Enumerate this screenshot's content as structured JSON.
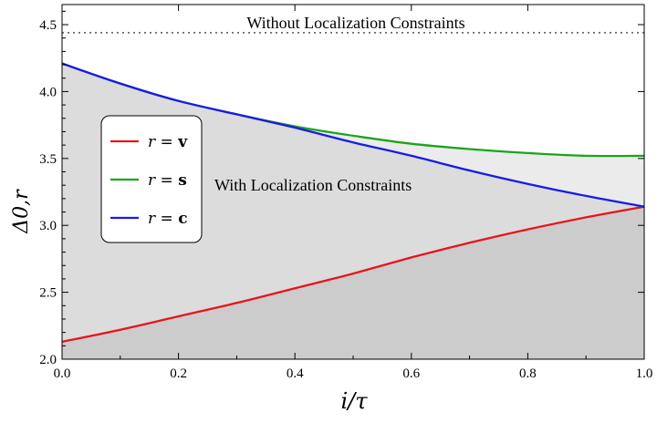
{
  "chart_data": {
    "type": "area",
    "xlabel": "i/τ",
    "ylabel": "Δ0,r",
    "xlim": [
      0,
      1
    ],
    "ylim": [
      2.0,
      4.65
    ],
    "x_ticks": [
      "0.0",
      "0.2",
      "0.4",
      "0.6",
      "0.8",
      "1.0"
    ],
    "y_ticks": [
      "2.0",
      "2.5",
      "3.0",
      "3.5",
      "4.0",
      "4.5"
    ],
    "grid": false,
    "legend_position": "left",
    "reference_line": {
      "value": 4.44,
      "style": "dotted",
      "label": "Without Localization Constraints"
    },
    "region_label": "With Localization Constraints",
    "x": [
      0.0,
      0.1,
      0.2,
      0.3,
      0.4,
      0.5,
      0.6,
      0.7,
      0.8,
      0.9,
      1.0
    ],
    "series": [
      {
        "name": "r = v",
        "symbol": "v",
        "color": "#e8141b",
        "values": [
          2.13,
          2.22,
          2.32,
          2.42,
          2.53,
          2.64,
          2.76,
          2.87,
          2.97,
          3.06,
          3.14
        ]
      },
      {
        "name": "r = s",
        "symbol": "s",
        "color": "#1aa51a",
        "values": [
          4.21,
          4.06,
          3.93,
          3.83,
          3.74,
          3.67,
          3.61,
          3.57,
          3.54,
          3.52,
          3.52
        ]
      },
      {
        "name": "r = c",
        "symbol": "c",
        "color": "#1a1ae6",
        "values": [
          4.21,
          4.06,
          3.93,
          3.83,
          3.73,
          3.62,
          3.52,
          3.41,
          3.31,
          3.22,
          3.14
        ]
      }
    ],
    "colors": {
      "fill_light": "#ebebeb",
      "fill_mid": "#dcdcdc",
      "fill_dark": "#cccccc"
    }
  }
}
